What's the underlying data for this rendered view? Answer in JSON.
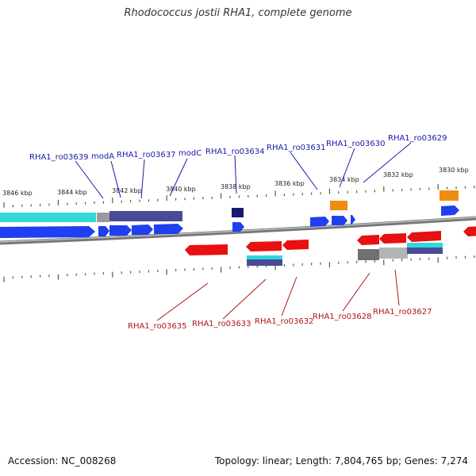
{
  "title": "Rhodococcus jostii RHA1, complete genome",
  "footer": {
    "accession": "Accession: NC_008268",
    "stats": "Topology: linear; Length: 7,804,765 bp; Genes: 7,274"
  },
  "colors": {
    "backbone": "#777777",
    "tick": "#2a7a2a",
    "top_label": "#1a1aa8",
    "bottom_label": "#b01515",
    "forward_gene": "#1f3ff0",
    "reverse_gene": "#e81010",
    "teal_feature": "#30d8d8",
    "indigo_feature": "#4a4a98",
    "grey_feature": "#9a9a9a",
    "orange_feature": "#f08c10",
    "navy_feature": "#1a1a70"
  },
  "scale_labels": [
    "3846 kbp",
    "3844 kbp",
    "3842 kbp",
    "3840 kbp",
    "3838 kbp",
    "3836 kbp",
    "3834 kbp",
    "3832 kbp",
    "3830 kbp"
  ],
  "top_labels": [
    "RHA1_ro03639",
    "modA",
    "RHA1_ro03637",
    "modC",
    "RHA1_ro03634",
    "RHA1_ro03631",
    "RHA1_ro03630",
    "RHA1_ro03629"
  ],
  "bottom_labels": [
    "RHA1_ro03635",
    "RHA1_ro03633",
    "RHA1_ro03632",
    "RHA1_ro03628",
    "RHA1_ro03627"
  ]
}
